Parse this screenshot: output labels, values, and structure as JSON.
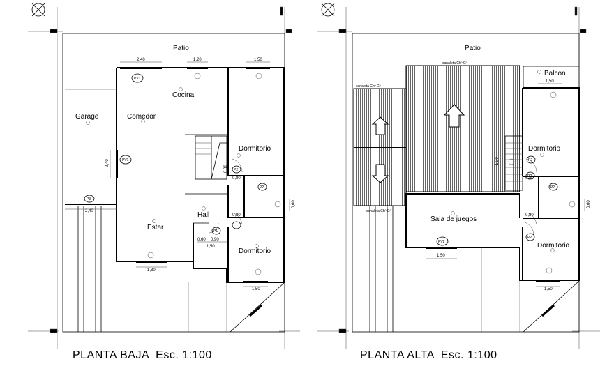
{
  "plans": [
    {
      "title": "PLANTA BAJA  Esc. 1:100",
      "rooms": {
        "patio": "Patio",
        "garage": "Garage",
        "comedor": "Comedor",
        "cocina": "Cocina",
        "dormitorio_a": "Dormitorio",
        "estar": "Estar",
        "hall": "Hall",
        "dormitorio_b": "Dormitorio"
      },
      "tags": {
        "pv1a": "PV1",
        "pv1b": "PV1",
        "p3": "P3",
        "p2a": "P2",
        "p2b": "P2",
        "p1": "P1"
      },
      "dims": {
        "d240_top": "2,40",
        "d120_top": "1,20",
        "d150_top": "1,50",
        "d240_left": "2,40",
        "d240_gar": "2,40",
        "d180": "1,80",
        "d150_bot": "1,50",
        "d080a": "0,80",
        "d080b": "0,80",
        "d080c": "0,80",
        "d060": "0,60",
        "d090": "0,90",
        "d150_hall": "1,50",
        "d060_side": "0,60"
      }
    },
    {
      "title": "PLANTA ALTA  Esc. 1:100",
      "rooms": {
        "patio": "Patio",
        "balcon": "Balcon",
        "dormitorio_a": "Dormitorio",
        "sala": "Sala de juegos",
        "dormitorio_b": "Dormitorio"
      },
      "notes": {
        "can_top": "canaleta Chº Gº",
        "can_left": "canaleta Chº Gº",
        "can_bot": "canaleta Chº Gº"
      },
      "tags": {
        "pv2": "PV2",
        "p2a": "P2",
        "p2b": "P2",
        "p2c": "P2",
        "p2d": "P2"
      },
      "dims": {
        "d150_bal": "1,50",
        "d150_sala": "1,50",
        "d150_bot": "1,50",
        "d080a": "0,80",
        "d080b": "0,80",
        "d120": "1,20",
        "d060_side": "0,60"
      }
    }
  ]
}
